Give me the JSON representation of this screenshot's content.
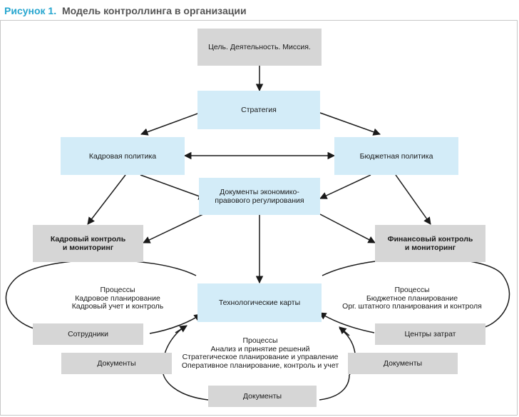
{
  "figure": {
    "label": "Рисунок 1.",
    "title": "Модель контроллинга в организации"
  },
  "nodes": {
    "goal": "Цель. Деятельность. Миссия.",
    "strategy": "Стратегия",
    "hr_policy": "Кадровая политика",
    "budget_policy": "Бюджетная политика",
    "documents_reg": "Документы экономико-\nправового регулирования",
    "hr_control": "Кадровый контроль\nи мониторинг",
    "fin_control": "Финансовый контроль\nи мониторинг",
    "tech_maps": "Технологические карты",
    "employees": "Сотрудники",
    "cost_centers": "Центры затрат",
    "documents_left": "Документы",
    "documents_right": "Документы",
    "documents_bottom": "Документы"
  },
  "processes": {
    "hr": "Процессы\nКадровое планирование\nКадровый учет и контроль",
    "budget": "Процессы\nБюджетное планирование\nОрг. штатного планирования и контроля",
    "management": "Процессы\nАнализ и принятие решений\nСтратегическое планирование и управление\nОперативное планирование, контроль и учет"
  },
  "colors": {
    "accent": "#27a6cf",
    "title_text": "#555555",
    "blue_box": "#d3ecf8",
    "grey_box": "#d6d6d6",
    "line": "#1a1a1a"
  }
}
